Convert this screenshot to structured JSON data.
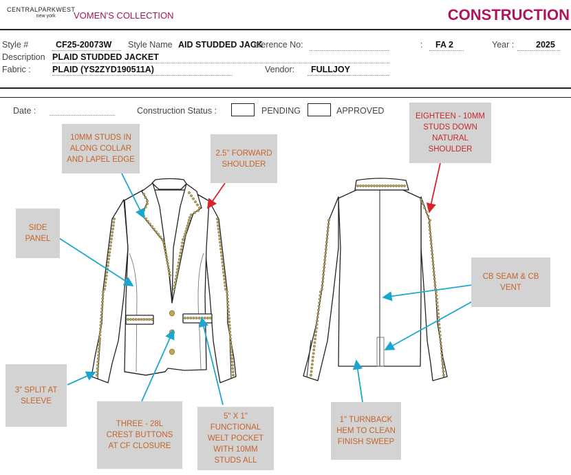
{
  "header": {
    "brand_name": "CENTRALPARKWEST",
    "brand_sub": "new york",
    "collection": "VOMEN'S COLLECTION",
    "title": "CONSTRUCTION"
  },
  "info": {
    "style_no_label": "Style #",
    "style_no": "CF25-20073W",
    "style_name_label": "Style Name",
    "style_name": "AID STUDDED JACK",
    "reference_label": "eference No:",
    "season_colon": ":",
    "season": "FA 2",
    "year_label": "Year :",
    "year": "2025",
    "description_label": "Description",
    "description": "PLAID STUDDED JACKET",
    "fabric_label": "Fabric :",
    "fabric": "PLAID (YS2ZYD190511A)",
    "vendor_label": "Vendor:",
    "vendor": "FULLJOY"
  },
  "status": {
    "date_label": "Date :",
    "construction_status_label": "Construction Status :",
    "pending_label": "PENDING",
    "approved_label": "APPROVED"
  },
  "callouts": {
    "studs_collar": "10MM STUDS IN ALONG COLLAR AND LAPEL EDGE",
    "forward_shoulder": "2.5\" FORWARD SHOULDER",
    "side_panel": "SIDE PANEL",
    "split_sleeve": "3\" SPLIT AT SLEEVE",
    "crest_buttons": "THREE - 28L CREST BUTTONS AT CF CLOSURE",
    "welt_pocket": "5\" X 1\" FUNCTIONAL WELT POCKET WITH 10MM STUDS ALL",
    "studs_shoulder": "EIGHTEEN - 10MM STUDS DOWN NATURAL SHOULDER",
    "cb_seam": "CB SEAM & CB VENT",
    "turnback_hem": "1\" TURNBACK HEM TO CLEAN FINISH SWEEP"
  },
  "colors": {
    "brand_magenta": "#b0145c",
    "callout_bg": "#d3d3d3",
    "callout_text": "#c5642b",
    "arrow_blue": "#1aa7cf",
    "arrow_red": "#d9232b",
    "stud_color": "#b3a15a"
  }
}
